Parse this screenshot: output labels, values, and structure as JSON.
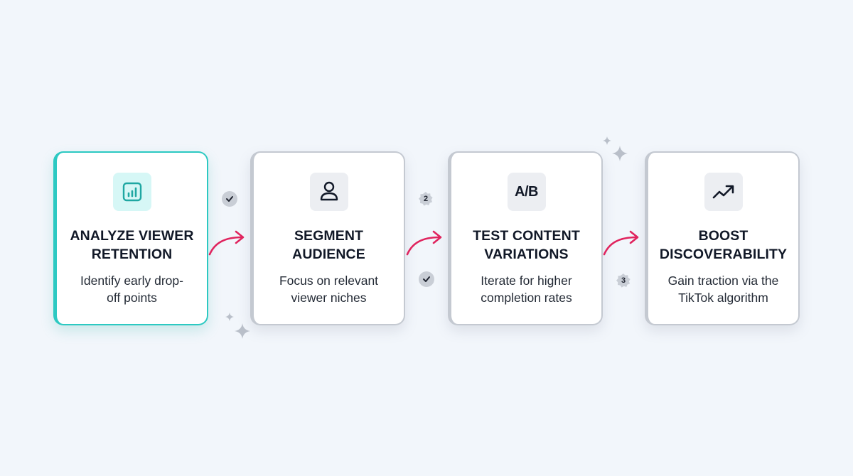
{
  "diagram": {
    "type": "process-flow",
    "steps": [
      {
        "index": 1,
        "icon": "bar-chart-icon",
        "title_line1": "ANALYZE VIEWER",
        "title_line2": "RETENTION",
        "desc_line1": "Identify early drop-",
        "desc_line2": "off points",
        "active": true
      },
      {
        "index": 2,
        "icon": "user-icon",
        "title_line1": "SEGMENT",
        "title_line2": "AUDIENCE",
        "desc_line1": "Focus on relevant",
        "desc_line2": "viewer niches",
        "active": false
      },
      {
        "index": 3,
        "icon": "ab-test-icon",
        "icon_text": "A/B",
        "title_line1": "TEST CONTENT",
        "title_line2": "VARIATIONS",
        "desc_line1": "Iterate for higher",
        "desc_line2": "completion rates",
        "active": false
      },
      {
        "index": 4,
        "icon": "trending-up-icon",
        "title_line1": "BOOST",
        "title_line2": "DISCOVERABILITY",
        "desc_line1": "Gain traction via the",
        "desc_line2": "TikTok algorithm",
        "active": false
      }
    ],
    "badges": [
      {
        "type": "check",
        "label": "✓"
      },
      {
        "type": "number",
        "label": "2"
      },
      {
        "type": "check",
        "label": "✓"
      },
      {
        "type": "number",
        "label": "3"
      }
    ],
    "colors": {
      "background": "#f2f6fb",
      "active_border": "#2cc9c2",
      "inactive_border": "#c4c9d1",
      "arrow": "#e0245e",
      "badge": "#c9ced6",
      "sparkle": "#b9bfc9"
    }
  }
}
